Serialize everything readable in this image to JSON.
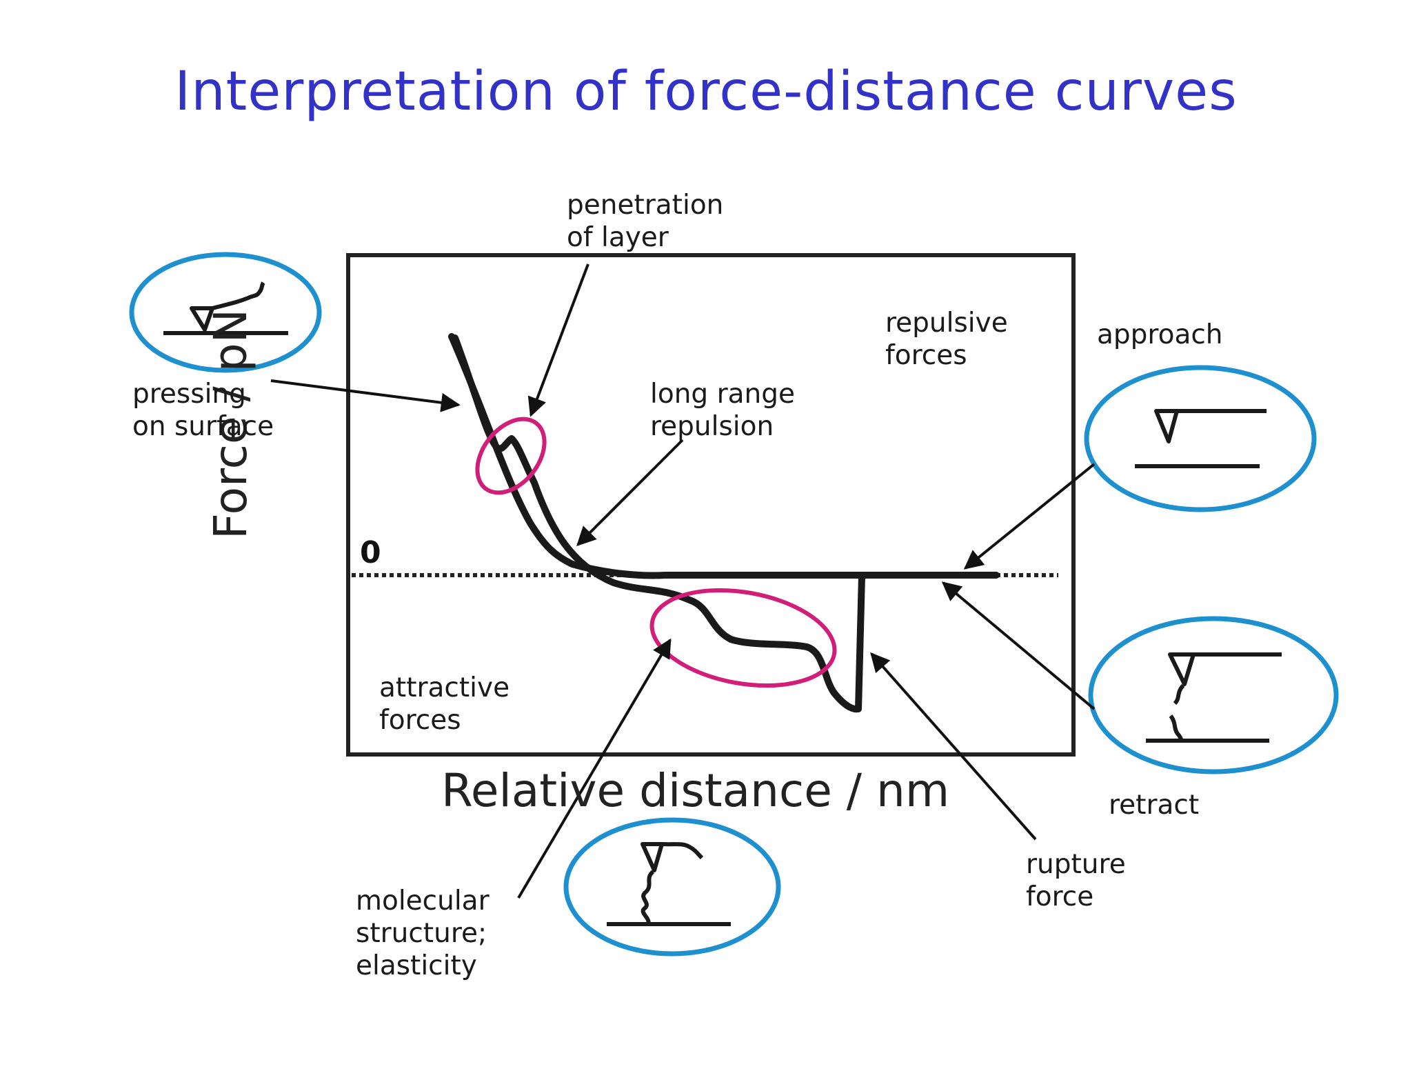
{
  "title": "Interpretation of force-distance curves",
  "axes": {
    "x_label": "Relative distance / nm",
    "y_label": "Force / pN",
    "zero_label": "0"
  },
  "labels": {
    "penetration_line1": "penetration",
    "penetration_line2": "of layer",
    "repulsive_line1": "repulsive",
    "repulsive_line2": "forces",
    "approach": "approach",
    "pressing_line1": "pressing",
    "pressing_line2": "on surface",
    "long_range_line1": "long range",
    "long_range_line2": "repulsion",
    "attractive_line1": "attractive",
    "attractive_line2": "forces",
    "retract": "retract",
    "rupture_line1": "rupture",
    "rupture_line2": "force",
    "molecular_line1": "molecular",
    "molecular_line2": "structure;",
    "molecular_line3": "elasticity"
  },
  "colors": {
    "title": "#3232c8",
    "ellipse_blue": "#1e90d0",
    "ellipse_magenta": "#d21e78",
    "curve": "#1a1a1a"
  }
}
